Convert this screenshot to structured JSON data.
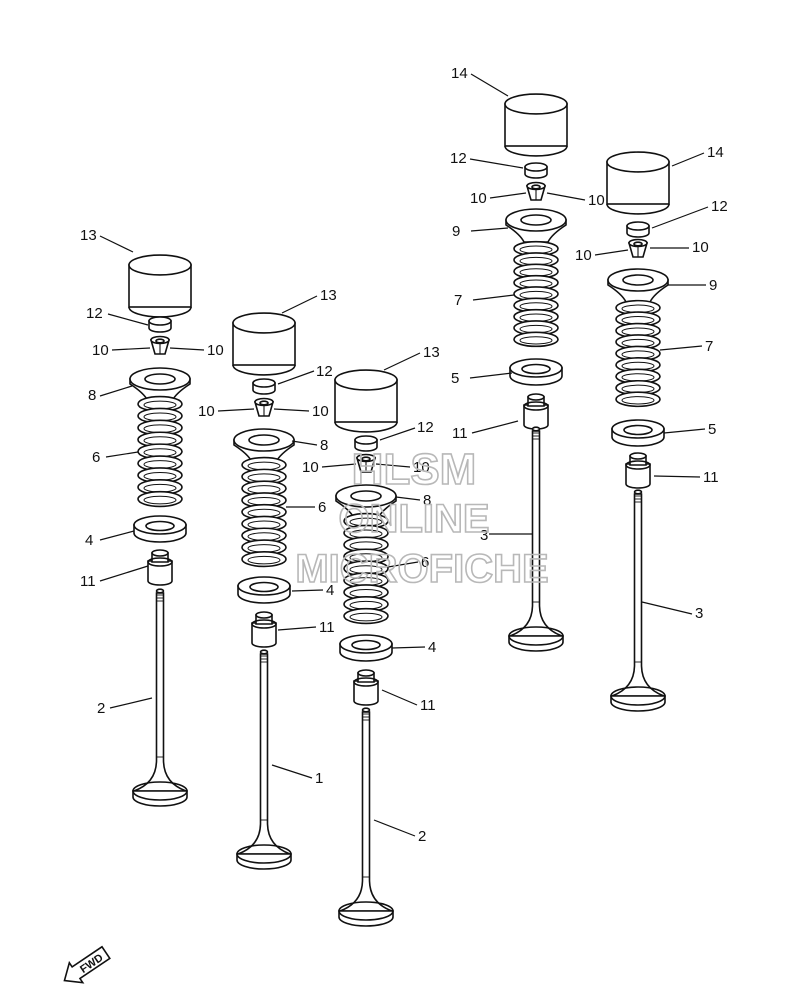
{
  "watermark": {
    "line1": "HLSM",
    "line2": "ONLINE",
    "line3": "MICROFICHE"
  },
  "fwd_badge": "FWD",
  "callouts": {
    "c1": "1",
    "c2": "2",
    "c3": "3",
    "c4": "4",
    "c5": "5",
    "c6": "6",
    "c7": "7",
    "c8": "8",
    "c9": "9",
    "c10": "10",
    "c11": "11",
    "c12": "12",
    "c13": "13",
    "c14": "14"
  }
}
